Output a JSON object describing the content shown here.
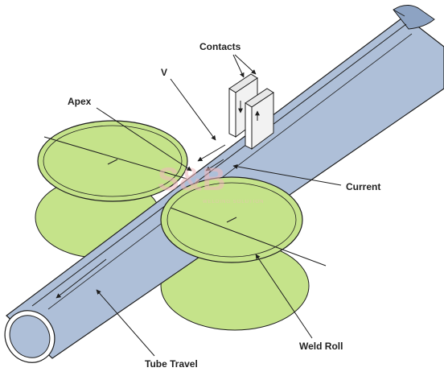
{
  "labels": {
    "contacts": "Contacts",
    "v": "V",
    "apex": "Apex",
    "current": "Current",
    "weld_roll": "Weld Roll",
    "tube_travel": "Tube Travel"
  },
  "watermark": {
    "brand": "S&B",
    "tagline": "WELDING SOLUTION"
  },
  "colors": {
    "tube": "#aebfd8",
    "tube_dark": "#8da3c3",
    "roll": "#c5e38a",
    "contact": "#ffffff",
    "line": "#1e1e1e"
  }
}
